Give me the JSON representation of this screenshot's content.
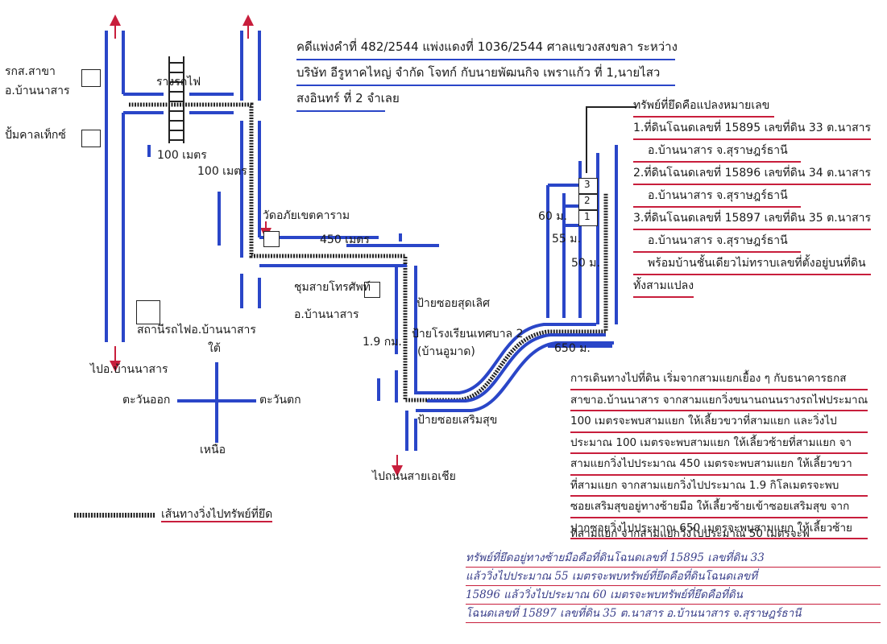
{
  "title_lines": [
    "คดีแพ่งคำที่ 482/2544 แพ่งแดงที่ 1036/2544 ศาลแขวงสงขลา ระหว่าง",
    "บริษัท อีรูหาคไหญ่ จำกัด โจทก์ กับนายพัฒนกิจ เพราแก้ว ที่ 1,นายไสว",
    "สงอินทร์ ที่ 2 จำเลย"
  ],
  "labels": {
    "bank_line1": "รกส.สาขา",
    "bank_line2": "อ.บ้านนาสาร",
    "gas_station": "ปั้มคาลเท็กซ์",
    "railway": "รางรถไฟ",
    "d100_a": "100 เมตร",
    "d100_b": "100 เมตร",
    "temple": "วัดอภัยเขตคาราม",
    "d450": "450 เมตร",
    "phone_exchange": "ชุมสายโทรศัพท์",
    "phone_exchange_district": "อ.บ้านนาสาร",
    "soi_sutlert": "ป้ายซอยสุดเลิศ",
    "school_sign": "ป้ายโรงเรียนเทศบาล 2",
    "school_sign_sub": "(บ้านอูมาด)",
    "d19km": "1.9 กม.",
    "d650": "650 ม.",
    "d60": "60 ม.",
    "d55": "55 ม.",
    "d50": "50 ม.",
    "soi_seremsuk": "ป้ายซอยเสริมสุข",
    "station_line1": "สถานีรถไฟอ.บ้านนาสาร",
    "station_line2": "ใต้",
    "to_bannasan": "ไปอ.บ้านนาสาร",
    "to_asia": "ไปถนนสายเอเชีย",
    "parcel_1": "1",
    "parcel_2": "2",
    "parcel_3": "3"
  },
  "compass": {
    "east": "ตะวันออก",
    "west": "ตะวันตก",
    "north": "เหนือ"
  },
  "legend": {
    "label": "เส้นทางวิ่งไปทรัพย์ที่ยึด"
  },
  "property": {
    "heading": "ทรัพย์ที่ยึดคือแปลงหมายเลข",
    "lines": [
      "1.ที่ดินโฉนดเลขที่ 15895 เลขที่ดิน 33 ต.นาสาร",
      "อ.บ้านนาสาร จ.สุราษฎร์ธานี",
      "2.ที่ดินโฉนดเลขที่ 15896 เลขที่ดิน 34 ต.นาสาร",
      "อ.บ้านนาสาร จ.สุราษฎร์ธานี",
      "3.ที่ดินโฉนดเลขที่ 15897 เลขที่ดิน 35 ต.นาสาร",
      "อ.บ้านนาสาร จ.สุราษฎร์ธานี",
      "พร้อมบ้านชั้นเดียวไม่ทราบเลขที่ตั้งอยู่บนที่ดิน",
      "ทั้งสามแปลง"
    ]
  },
  "directions": {
    "lines": [
      "การเดินทางไปที่ดิน เริ่มจากสามแยกเยื้อง ๆ กับธนาคารธกส",
      "สาขาอ.บ้านนาสาร จากสามแยกวิ่งขนานถนนรางรถไฟประมาณ",
      "100 เมตรจะพบสามแยก ให้เลี้ยวขวาที่สามแยก และวิ่งไป",
      "ประมาณ 100 เมตรจะพบสามแยก ให้เลี้ยวซ้ายที่สามแยก จา",
      "สามแยกวิ่งไปประมาณ 450 เมตรจะพบสามแยก ให้เลี้ยวขวา",
      "ที่สามแยก จากสามแยกวิ่งไปประมาณ 1.9 กิโลเมตรจะพบ",
      "ซอยเสริมสุขอยู่ทางซ้ายมือ ให้เลี้ยวซ้ายเข้าซอยเสริมสุข จาก",
      "ปากซอยวิ่งไปประมาณ 650 เมตรจะพบสามแยก ให้เลี้ยวซ้าย",
      "ที่สามแยก จากสามแยกวิ่งไปประมาณ 50 เมตรจะพ"
    ]
  },
  "handwritten": {
    "lines": [
      "ทรัพย์ที่ยึดอยู่ทางซ้ายมือคือที่ดินโฉนดเลขที่ 15895 เลขที่ดิน 33",
      "แล้ววิ่งไปประมาณ 55 เมตรจะพบทรัพย์ที่ยึดคือที่ดินโฉนดเลขที่",
      "15896 แล้ววิ่งไปประมาณ 60 เมตรจะพบทรัพย์ที่ยึดคือที่ดิน",
      "โฉนดเลขที่ 15897 เลขที่ดิน 35 ต.นาสาร อ.บ้านนาสาร จ.สุราษฎร์ธานี"
    ]
  },
  "colors": {
    "road_blue": "#2a46c8",
    "underline_red": "#c81e3c",
    "route_black": "#222222",
    "arrow_red": "#c81e3c"
  }
}
